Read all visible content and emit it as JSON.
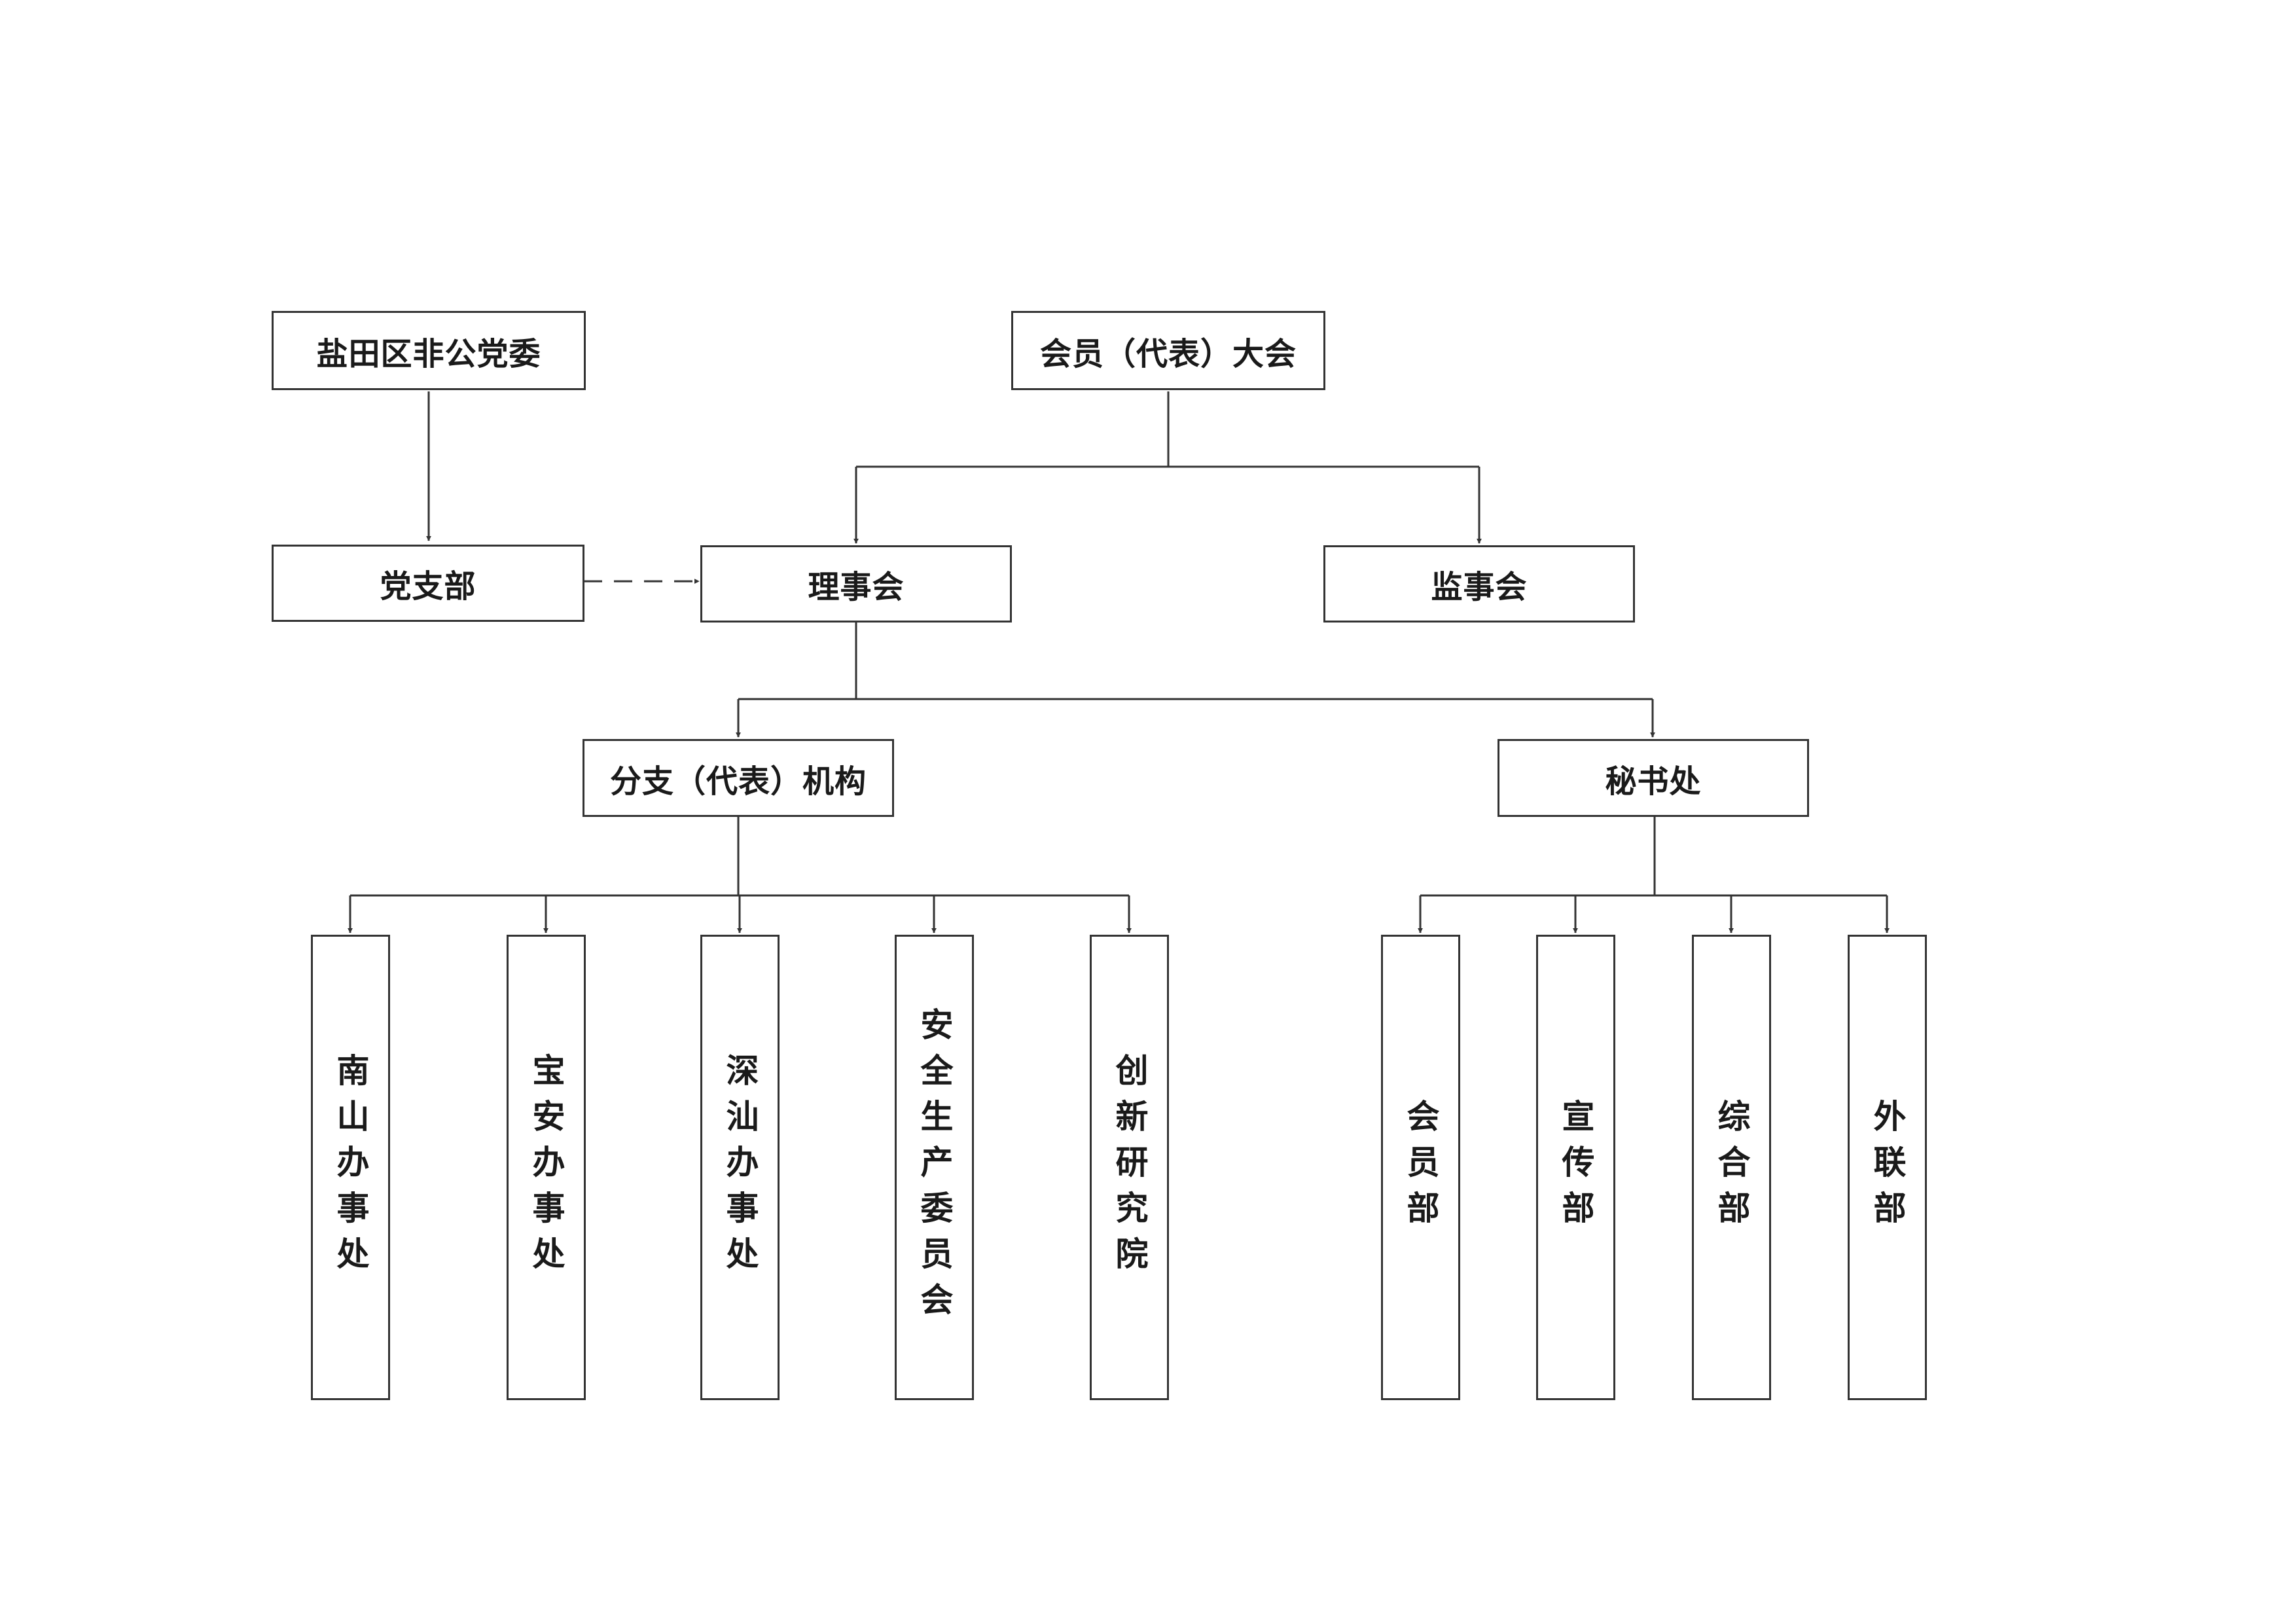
{
  "colors": {
    "line": "#333333",
    "text": "#1a1a1a",
    "background": "#ffffff"
  },
  "nodes": {
    "party_committee": "盐田区非公党委",
    "party_branch": "党支部",
    "general_assembly": "会员（代表）大会",
    "council": "理事会",
    "supervisory_board": "监事会",
    "branch_offices": "分支（代表）机构",
    "secretariat": "秘书处",
    "nanshan_office": "南山办事处",
    "baoan_office": "宝安办事处",
    "shenshan_office": "深汕办事处",
    "safety_committee": "安全生产委员会",
    "innovation_institute": "创新研究院",
    "membership_dept": "会员部",
    "publicity_dept": "宣传部",
    "general_dept": "综合部",
    "external_liaison_dept": "外联部"
  }
}
